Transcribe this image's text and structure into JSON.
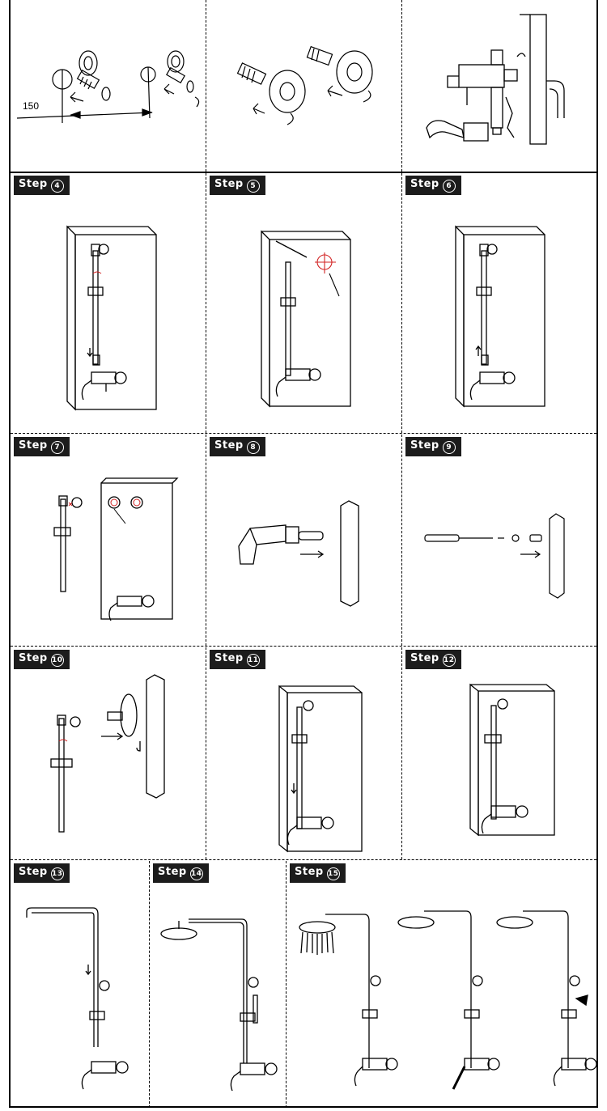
{
  "top_row": {
    "distance_label": "150"
  },
  "steps": [
    {
      "word": "Step",
      "num": "4"
    },
    {
      "word": "Step",
      "num": "5"
    },
    {
      "word": "Step",
      "num": "6"
    },
    {
      "word": "Step",
      "num": "7"
    },
    {
      "word": "Step",
      "num": "8"
    },
    {
      "word": "Step",
      "num": "9"
    },
    {
      "word": "Step",
      "num": "10"
    },
    {
      "word": "Step",
      "num": "11"
    },
    {
      "word": "Step",
      "num": "12"
    },
    {
      "word": "Step",
      "num": "13"
    },
    {
      "word": "Step",
      "num": "14"
    },
    {
      "word": "Step",
      "num": "15"
    }
  ],
  "colors": {
    "line": "#000000",
    "tag_bg": "#1c1c1c",
    "tag_text": "#ffffff",
    "mark": "#d22222"
  }
}
